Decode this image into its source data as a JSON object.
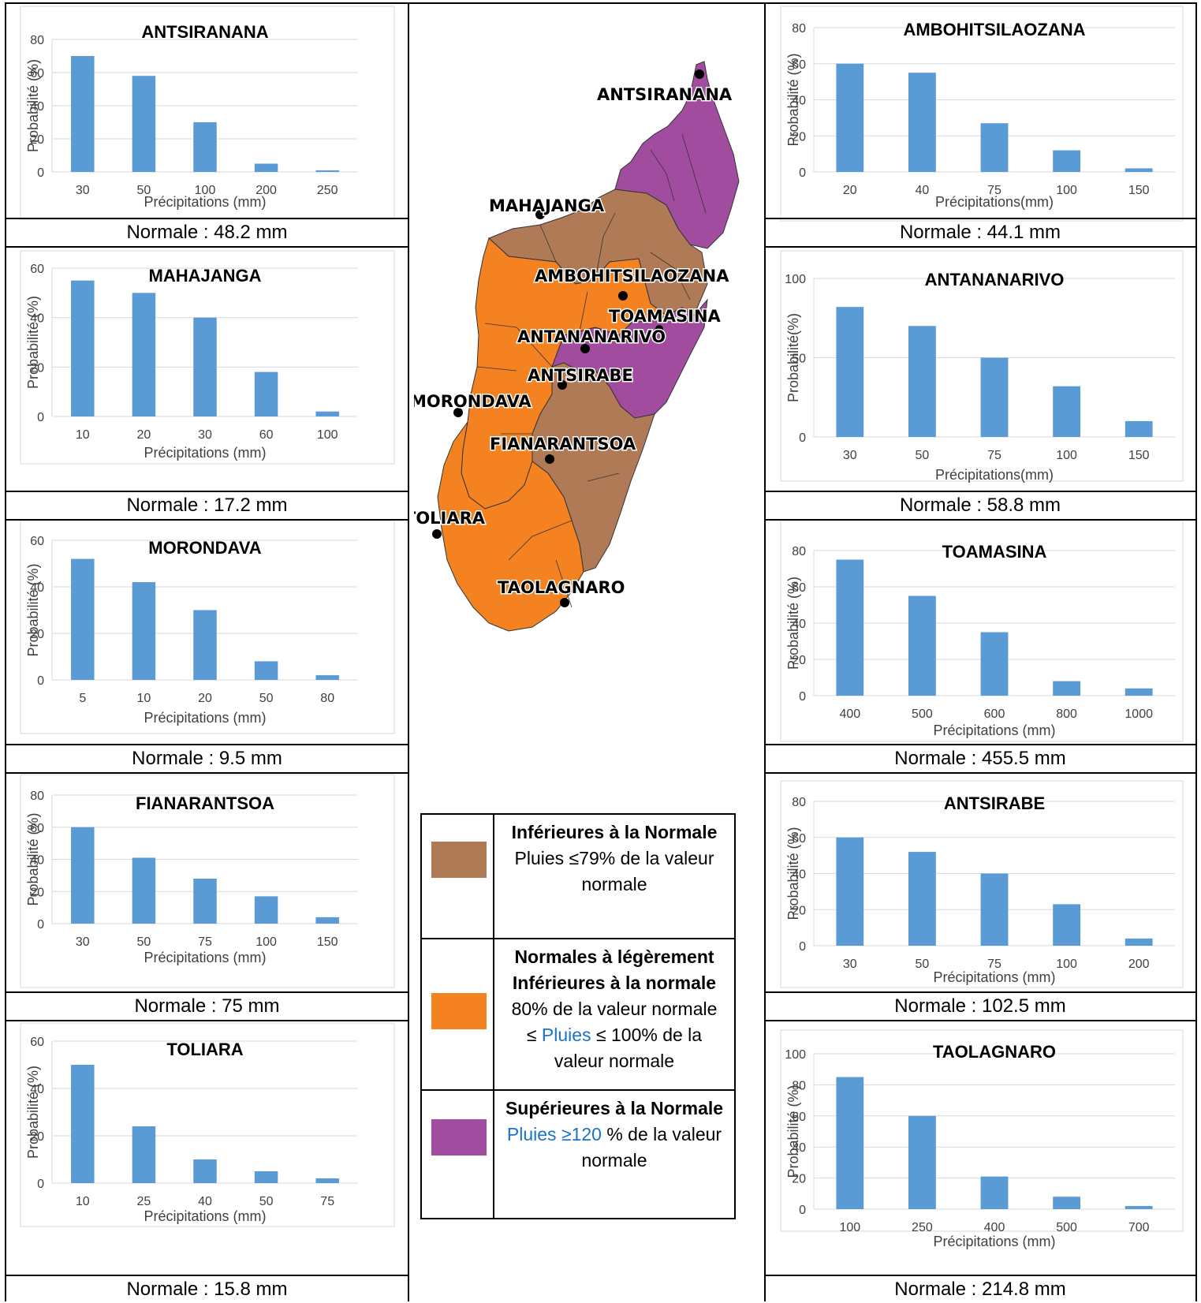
{
  "charts": [
    {
      "id": "antsiranana",
      "title": "ANTSIRANANA",
      "xlabel": "Précipitations (mm)",
      "ylabel": "Probabilité (%)",
      "categories": [
        "30",
        "50",
        "100",
        "200",
        "250"
      ],
      "values": [
        70,
        58,
        30,
        5,
        1
      ],
      "yticks": [
        0,
        20,
        40,
        60,
        80
      ],
      "ymax": 80,
      "normal": "Normale : 48.2  mm"
    },
    {
      "id": "mahajanga",
      "title": "MAHAJANGA",
      "xlabel": "Précipitations (mm)",
      "ylabel": "Probabilité (%)",
      "categories": [
        "10",
        "20",
        "30",
        "60",
        "100"
      ],
      "values": [
        55,
        50,
        40,
        18,
        2
      ],
      "yticks": [
        0,
        20,
        40,
        60
      ],
      "ymax": 60,
      "normal": "Normale : 17.2  mm"
    },
    {
      "id": "morondava",
      "title": "MORONDAVA",
      "xlabel": "Précipitations (mm)",
      "ylabel": "Probabilité (%)",
      "categories": [
        "5",
        "10",
        "20",
        "50",
        "80"
      ],
      "values": [
        52,
        42,
        30,
        8,
        2
      ],
      "yticks": [
        0,
        20,
        40,
        60
      ],
      "ymax": 60,
      "normal": "Normale : 9.5  mm"
    },
    {
      "id": "fianarantsoa",
      "title": "FIANARANTSOA",
      "xlabel": "Précipitations (mm)",
      "ylabel": "Probabilité (%)",
      "categories": [
        "30",
        "50",
        "75",
        "100",
        "150"
      ],
      "values": [
        60,
        41,
        28,
        17,
        4
      ],
      "yticks": [
        0,
        20,
        40,
        60,
        80
      ],
      "ymax": 80,
      "normal": "Normale : 75  mm"
    },
    {
      "id": "toliara",
      "title": "TOLIARA",
      "xlabel": "Précipitations (mm)",
      "ylabel": "Probabilité (%)",
      "categories": [
        "10",
        "25",
        "40",
        "50",
        "75"
      ],
      "values": [
        50,
        24,
        10,
        5,
        2
      ],
      "yticks": [
        0,
        20,
        40,
        60
      ],
      "ymax": 60,
      "normal": "Normale : 15.8  mm"
    },
    {
      "id": "ambohitsilaozana",
      "title": "AMBOHITSILAOZANA",
      "xlabel": "Précipitations(mm)",
      "ylabel": "Probabilité (%)",
      "categories": [
        "20",
        "40",
        "75",
        "100",
        "150"
      ],
      "values": [
        60,
        55,
        27,
        12,
        2
      ],
      "yticks": [
        0,
        20,
        40,
        60,
        80
      ],
      "ymax": 80,
      "normal": "Normale : 44.1  mm"
    },
    {
      "id": "antananarivo",
      "title": "ANTANANARIVO",
      "xlabel": "Précipitations(mm)",
      "ylabel": "Probabilité(%)",
      "categories": [
        "30",
        "50",
        "75",
        "100",
        "150"
      ],
      "values": [
        82,
        70,
        50,
        32,
        10
      ],
      "yticks": [
        0,
        50,
        100
      ],
      "ymax": 100,
      "normal": "Normale : 58.8  mm"
    },
    {
      "id": "toamasina",
      "title": "TOAMASINA",
      "xlabel": "Précipitations (mm)",
      "ylabel": "Probabilité (%)",
      "categories": [
        "400",
        "500",
        "600",
        "800",
        "1000"
      ],
      "values": [
        75,
        55,
        35,
        8,
        4
      ],
      "yticks": [
        0,
        20,
        40,
        60,
        80
      ],
      "ymax": 80,
      "normal": "Normale : 455.5  mm"
    },
    {
      "id": "antsirabe",
      "title": "ANTSIRABE",
      "xlabel": "Précipitations (mm)",
      "ylabel": "Probabilité (%)",
      "categories": [
        "30",
        "50",
        "75",
        "100",
        "200"
      ],
      "values": [
        60,
        52,
        40,
        23,
        4
      ],
      "yticks": [
        0,
        20,
        40,
        60,
        80
      ],
      "ymax": 80,
      "normal": "Normale : 102.5  mm"
    },
    {
      "id": "taolagnaro",
      "title": "TAOLAGNARO",
      "xlabel": "Précipitations (mm)",
      "ylabel": "Probabilité (%)",
      "categories": [
        "100",
        "250",
        "400",
        "500",
        "700"
      ],
      "values": [
        85,
        60,
        21,
        8,
        2
      ],
      "yticks": [
        0,
        20,
        40,
        60,
        80,
        100
      ],
      "ymax": 100,
      "normal": "Normale : 214.8  mm"
    }
  ],
  "chart_data": [
    {
      "type": "bar",
      "title": "ANTSIRANANA",
      "xlabel": "Précipitations (mm)",
      "ylabel": "Probabilité (%)",
      "categories": [
        "30",
        "50",
        "100",
        "200",
        "250"
      ],
      "values": [
        70,
        58,
        30,
        5,
        1
      ],
      "ylim": [
        0,
        80
      ],
      "grid": true
    },
    {
      "type": "bar",
      "title": "MAHAJANGA",
      "xlabel": "Précipitations (mm)",
      "ylabel": "Probabilité (%)",
      "categories": [
        "10",
        "20",
        "30",
        "60",
        "100"
      ],
      "values": [
        55,
        50,
        40,
        18,
        2
      ],
      "ylim": [
        0,
        60
      ],
      "grid": true
    },
    {
      "type": "bar",
      "title": "MORONDAVA",
      "xlabel": "Précipitations (mm)",
      "ylabel": "Probabilité (%)",
      "categories": [
        "5",
        "10",
        "20",
        "50",
        "80"
      ],
      "values": [
        52,
        42,
        30,
        8,
        2
      ],
      "ylim": [
        0,
        60
      ],
      "grid": true
    },
    {
      "type": "bar",
      "title": "FIANARANTSOA",
      "xlabel": "Précipitations (mm)",
      "ylabel": "Probabilité (%)",
      "categories": [
        "30",
        "50",
        "75",
        "100",
        "150"
      ],
      "values": [
        60,
        41,
        28,
        17,
        4
      ],
      "ylim": [
        0,
        80
      ],
      "grid": true
    },
    {
      "type": "bar",
      "title": "TOLIARA",
      "xlabel": "Précipitations (mm)",
      "ylabel": "Probabilité (%)",
      "categories": [
        "10",
        "25",
        "40",
        "50",
        "75"
      ],
      "values": [
        50,
        24,
        10,
        5,
        2
      ],
      "ylim": [
        0,
        60
      ],
      "grid": true
    },
    {
      "type": "bar",
      "title": "AMBOHITSILAOZANA",
      "xlabel": "Précipitations(mm)",
      "ylabel": "Probabilité (%)",
      "categories": [
        "20",
        "40",
        "75",
        "100",
        "150"
      ],
      "values": [
        60,
        55,
        27,
        12,
        2
      ],
      "ylim": [
        0,
        80
      ],
      "grid": true
    },
    {
      "type": "bar",
      "title": "ANTANANARIVO",
      "xlabel": "Précipitations(mm)",
      "ylabel": "Probabilité(%)",
      "categories": [
        "30",
        "50",
        "75",
        "100",
        "150"
      ],
      "values": [
        82,
        70,
        50,
        32,
        10
      ],
      "ylim": [
        0,
        100
      ],
      "grid": true
    },
    {
      "type": "bar",
      "title": "TOAMASINA",
      "xlabel": "Précipitations (mm)",
      "ylabel": "Probabilité (%)",
      "categories": [
        "400",
        "500",
        "600",
        "800",
        "1000"
      ],
      "values": [
        75,
        55,
        35,
        8,
        4
      ],
      "ylim": [
        0,
        80
      ],
      "grid": true
    },
    {
      "type": "bar",
      "title": "ANTSIRABE",
      "xlabel": "Précipitations (mm)",
      "ylabel": "Probabilité (%)",
      "categories": [
        "30",
        "50",
        "75",
        "100",
        "200"
      ],
      "values": [
        60,
        52,
        40,
        23,
        4
      ],
      "ylim": [
        0,
        80
      ],
      "grid": true
    },
    {
      "type": "bar",
      "title": "TAOLAGNARO",
      "xlabel": "Précipitations (mm)",
      "ylabel": "Probabilité (%)",
      "categories": [
        "100",
        "250",
        "400",
        "500",
        "700"
      ],
      "values": [
        85,
        60,
        21,
        8,
        2
      ],
      "ylim": [
        0,
        100
      ],
      "grid": true
    }
  ],
  "map": {
    "cities": [
      "ANTSIRANANA",
      "MAHAJANGA",
      "AMBOHITSILAOZANA",
      "TOAMASINA",
      "ANTANANARIVO",
      "ANTSIRABE",
      "MORONDAVA",
      "FIANARANTSOA",
      "TOLIARA",
      "TAOLAGNARO"
    ]
  },
  "legend": {
    "items": [
      {
        "color": "#b07a57",
        "title": "Inférieures à la Normale",
        "line1": "Pluies ≤79% de la valeur",
        "line2": "normale"
      },
      {
        "color": "#f58221",
        "title1": "Normales à légèrement",
        "title2": "Inférieures à la normale",
        "line1": "80% de la valeur normale",
        "line2_pre": "≤ ",
        "line2_blue": "Pluies",
        "line2_post": " ≤ 100% de la",
        "line3": "valeur normale"
      },
      {
        "color": "#a24c9f",
        "title": "Supérieures à la Normale",
        "line1_blue": "Pluies ≥120",
        "line1_post": " % de la valeur",
        "line2": "normale"
      }
    ]
  },
  "colors": {
    "bar": "#5b9bd5",
    "below": "#b07a57",
    "normal": "#f58221",
    "above": "#a24c9f"
  }
}
